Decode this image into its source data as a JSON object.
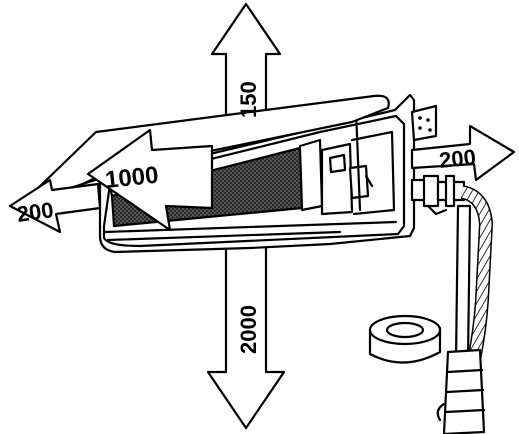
{
  "figure": {
    "clearance_top": "150",
    "clearance_bottom": "2000",
    "clearance_front": "1000",
    "clearance_left": "200",
    "clearance_right": "200"
  },
  "colors": {
    "ink": "#000000",
    "paper": "#ffffff",
    "grille_dark": "#3a3a3a",
    "grille_light": "#6a6a6a"
  },
  "icons": [
    "air-conditioner-indoor-unit",
    "drain-hose",
    "insulation-tape-roll",
    "arrow"
  ]
}
